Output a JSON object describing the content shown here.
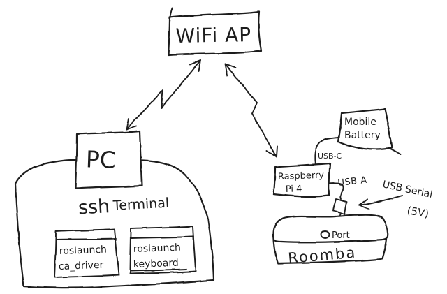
{
  "colors": {
    "ink": "#1d1d1d",
    "paper": "#ffffff"
  },
  "nodes": {
    "wifi_ap": {
      "label": "WiFi AP"
    },
    "pc": {
      "label": "PC"
    },
    "ssh_terminal": {
      "word1": "ssh",
      "word2": "Terminal"
    },
    "terminal_ca_driver": {
      "line1": "roslaunch",
      "line2": "ca_driver"
    },
    "terminal_keyboard": {
      "line1": "roslaunch",
      "line2": "keyboard"
    },
    "mobile_battery": {
      "line1": "Mobile",
      "line2": "Battery"
    },
    "raspberry_pi": {
      "line1": "Raspberry",
      "line2": "Pi 4"
    },
    "roomba": {
      "label": "Roomba",
      "port_label": "Port"
    }
  },
  "labels": {
    "usb_c": "USB-C",
    "usb_a": "USB A",
    "usb_serial": "USB Serial",
    "usb_serial_voltage": "(5V)"
  },
  "edges": [
    {
      "from": "PC",
      "to": "WiFi AP",
      "style": "wireless zigzag double arrow"
    },
    {
      "from": "WiFi AP",
      "to": "Raspberry Pi 4",
      "style": "wireless zigzag double arrow"
    },
    {
      "from": "Mobile Battery",
      "to": "Raspberry Pi 4",
      "label": "USB-C",
      "style": "cable"
    },
    {
      "from": "Raspberry Pi 4",
      "to": "USB serial adapter",
      "label": "USB A",
      "style": "cable"
    },
    {
      "from": "USB serial adapter",
      "to": "Roomba Port",
      "style": "cable"
    },
    {
      "from": "USB Serial (5V) annotation",
      "to": "USB serial adapter",
      "style": "arrow"
    }
  ]
}
